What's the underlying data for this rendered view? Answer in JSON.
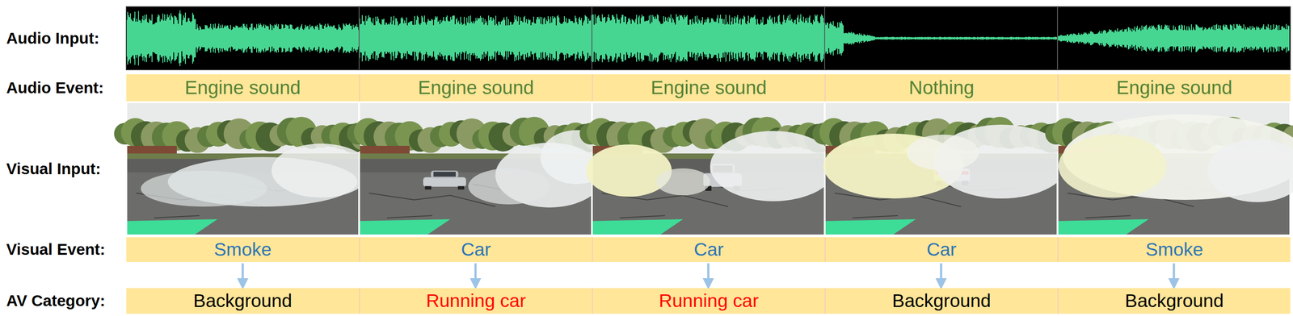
{
  "diagram": {
    "nodes": [
      {
        "text": [
          "Engine sound"
        ]
      },
      {
        "text": [
          "Engine sound"
        ]
      },
      {
        "text": [
          "Engine sound"
        ]
      },
      {
        "text": [
          "Nothing"
        ]
      },
      {
        "text": [
          "Engine sound"
        ]
      },
      {
        "text": [
          "Smoke"
        ]
      },
      {
        "text": [
          "Car"
        ]
      },
      {
        "text": [
          "Car"
        ]
      },
      {
        "text": [
          "Car"
        ]
      },
      {
        "text": [
          "Smoke"
        ]
      },
      {
        "text": [
          "Background"
        ]
      },
      {
        "text": [
          "Running car"
        ]
      },
      {
        "text": [
          "Running car"
        ]
      },
      {
        "text": [
          "Background"
        ]
      },
      {
        "text": [
          "Background"
        ]
      }
    ],
    "edges": [
      {
        "from": 5,
        "to": 10,
        "arrow": "to"
      },
      {
        "from": 6,
        "to": 11,
        "arrow": "to"
      },
      {
        "from": 7,
        "to": 12,
        "arrow": "to"
      },
      {
        "from": 8,
        "to": 13,
        "arrow": "to"
      },
      {
        "from": 9,
        "to": 14,
        "arrow": "to"
      }
    ],
    "labels": [
      "Audio Input:",
      "Audio Event:",
      "Visual Input:",
      "Visual Event:",
      "AV Category:"
    ]
  }
}
